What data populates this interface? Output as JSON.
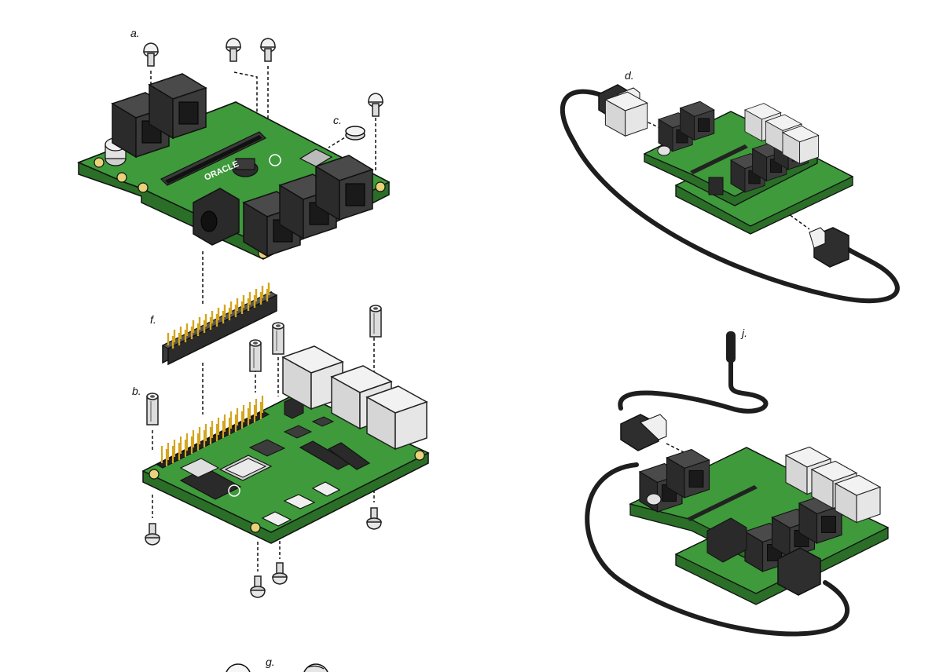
{
  "labels": {
    "a": "a.",
    "b": "b.",
    "c": "c.",
    "d": "d.",
    "f": "f.",
    "g": "g.",
    "j": "j."
  },
  "board_text": {
    "brand": "ORACLE"
  },
  "colors": {
    "pcb": "#3e9a3a",
    "pcb_dark": "#2a6e28",
    "pcb_edge": "#1f5a1d",
    "connector": "#333333",
    "connector_dark": "#1a1a1a",
    "usb_port": "#e6e6e6",
    "gold": "#d4a51e",
    "cable": "#1e1e1e",
    "standoff": "#d8d8d8"
  }
}
